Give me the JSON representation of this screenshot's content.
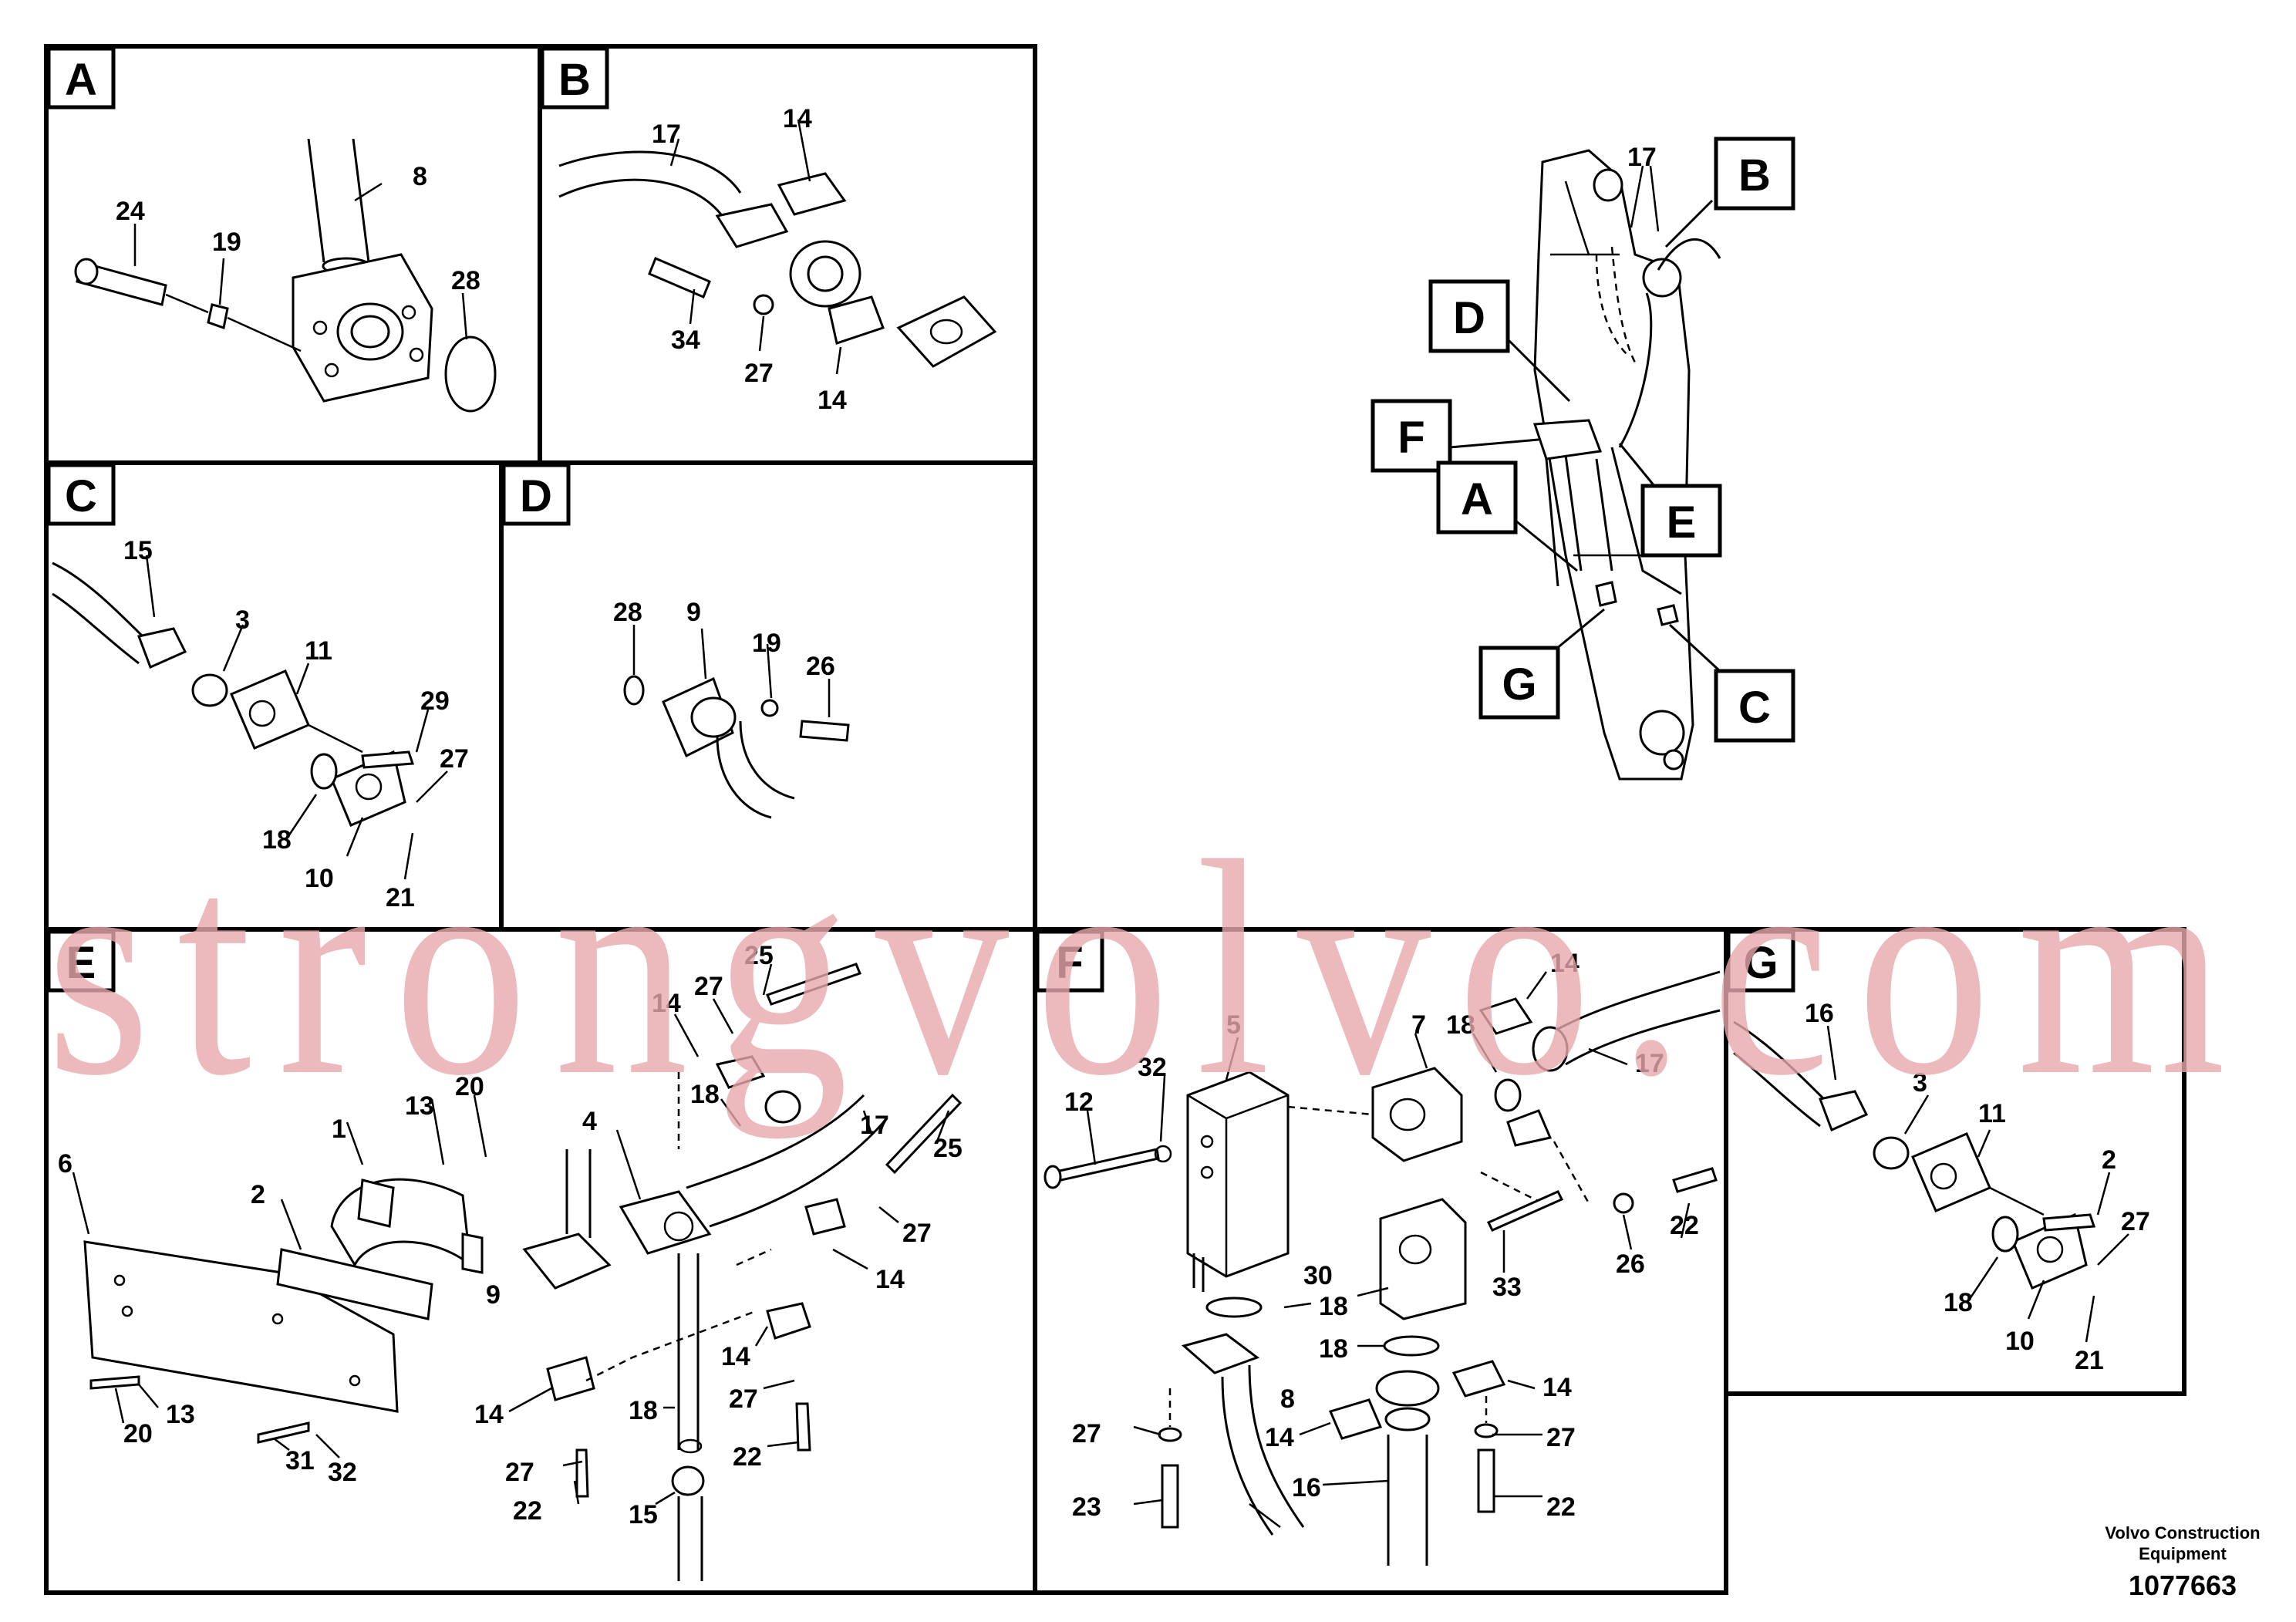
{
  "panels": {
    "A": {
      "letter": "A",
      "callouts": [
        "8",
        "24",
        "19",
        "28"
      ]
    },
    "B": {
      "letter": "B",
      "callouts": [
        "17",
        "14",
        "34",
        "27",
        "14"
      ]
    },
    "C": {
      "letter": "C",
      "callouts": [
        "15",
        "3",
        "11",
        "29",
        "27",
        "18",
        "10",
        "21"
      ]
    },
    "D": {
      "letter": "D",
      "callouts": [
        "28",
        "9",
        "19",
        "26"
      ]
    },
    "E": {
      "letter": "E",
      "callouts": [
        "25",
        "27",
        "14",
        "13",
        "20",
        "1",
        "2",
        "6",
        "4",
        "18",
        "17",
        "25",
        "27",
        "14",
        "9",
        "14",
        "27",
        "18",
        "14",
        "20",
        "13",
        "31",
        "32",
        "27",
        "22",
        "22",
        "15"
      ]
    },
    "F": {
      "letter": "F",
      "callouts": [
        "14",
        "18",
        "5",
        "32",
        "12",
        "17",
        "7",
        "30",
        "33",
        "26",
        "22",
        "18",
        "18",
        "14",
        "27",
        "14",
        "27",
        "8",
        "16",
        "23",
        "22"
      ]
    },
    "G": {
      "letter": "G",
      "callouts": [
        "16",
        "3",
        "11",
        "2",
        "27",
        "18",
        "10",
        "21"
      ]
    }
  },
  "overview": {
    "callouts": [
      "17"
    ],
    "labels": [
      "B",
      "D",
      "F",
      "A",
      "E",
      "G",
      "C"
    ]
  },
  "watermark": "strongvolvo.com",
  "footer": {
    "company_line1": "Volvo Construction",
    "company_line2": "Equipment",
    "drawing_number": "1077663"
  }
}
